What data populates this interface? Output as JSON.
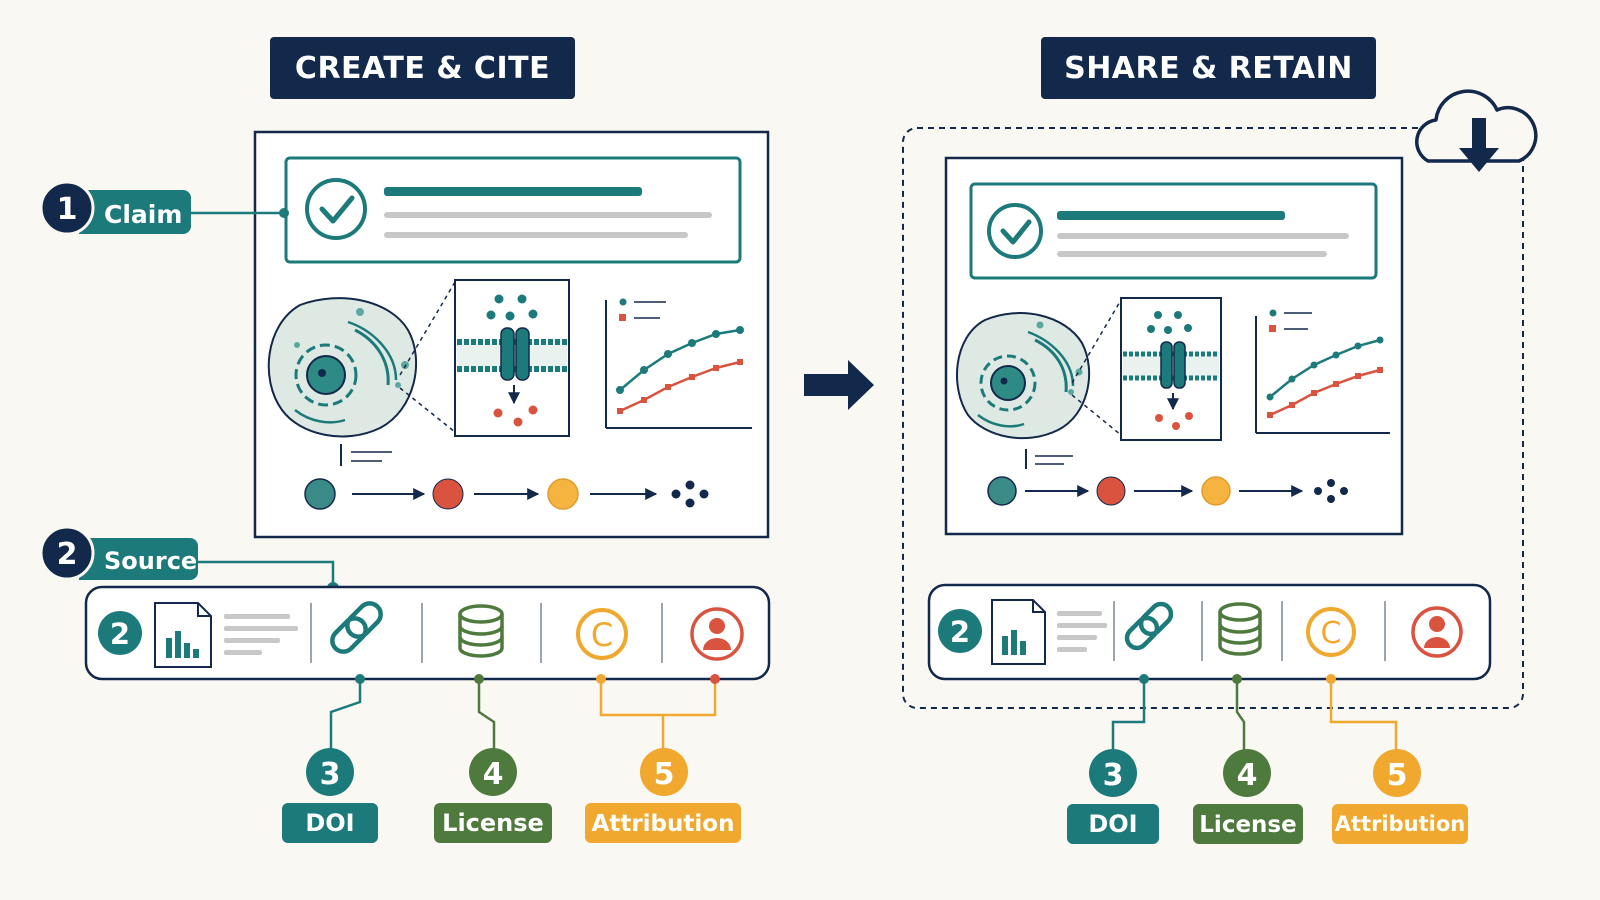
{
  "panels": {
    "left_title": "CREATE & CITE",
    "right_title": "SHARE & RETAIN"
  },
  "steps": {
    "claim": {
      "number": "1",
      "label": "Claim"
    },
    "source": {
      "number": "2",
      "label": "Source"
    },
    "doi": {
      "number": "3",
      "label": "DOI"
    },
    "license": {
      "number": "4",
      "label": "License"
    },
    "attribution": {
      "number": "5",
      "label": "Attribution"
    }
  },
  "source_bar": {
    "number": "2",
    "copyright_symbol": "C",
    "icons": [
      "document-chart-icon",
      "link-icon",
      "database-icon",
      "copyright-icon",
      "person-icon"
    ]
  },
  "icons": {
    "transition_arrow": "arrow-right-icon",
    "cloud": "cloud-download-icon",
    "check": "checkmark-icon"
  },
  "colors": {
    "navy": "#13294b",
    "teal": "#1c7a7a",
    "green": "#4e7a3e",
    "orange": "#f0a82e",
    "red": "#d9533f",
    "gray": "#c8c8c8"
  }
}
